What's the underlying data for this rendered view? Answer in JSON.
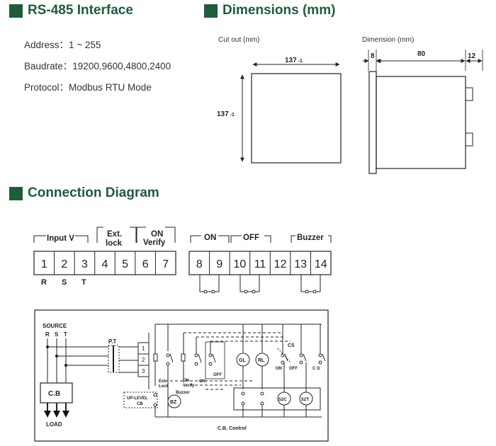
{
  "rs485": {
    "title": "RS-485 Interface",
    "address": "Address：1 ~ 255",
    "baudrate": "Baudrate：19200,9600,4800,2400",
    "protocol": "Protocol：Modbus RTU Mode"
  },
  "dimensions": {
    "title": "Dimensions (mm)",
    "cutout_label": "Cut out (mm)",
    "cutout_width": "137",
    "cutout_height": "137",
    "tolerance": "-1",
    "dimension_label": "Dimension (mm)",
    "dim_left": "8",
    "dim_body": "80",
    "dim_right": "12"
  },
  "connection": {
    "title": "Connection  Diagram",
    "group_input": "Input  V",
    "group_ext_1": "Ext.",
    "group_ext_2": "lock",
    "group_on_1": "ON",
    "group_on_2": "Verify",
    "group_on": "ON",
    "group_off": "OFF",
    "group_buzzer": "Buzzer",
    "terminals_a": [
      "1",
      "2",
      "3",
      "4",
      "5",
      "6",
      "7"
    ],
    "terminals_b": [
      "8",
      "9",
      "10",
      "11",
      "12",
      "13",
      "14"
    ],
    "phases": [
      "R",
      "S",
      "T"
    ]
  },
  "schematic": {
    "source": "SOURCE",
    "rst": [
      "R",
      "S",
      "T"
    ],
    "pt": "P.T",
    "pt_pins": [
      "1",
      "2",
      "3"
    ],
    "cb": "C.B",
    "load": "LOAD",
    "ext_lock_1": "Ext.",
    "ext_lock_2": "Lock",
    "on_verify_1": "ON",
    "on_verify_2": "Verify",
    "on": "ON",
    "off": "OFF",
    "buzzer": "Buzzer",
    "up_level_1": "UP-LEVEL",
    "up_level_2": "CB",
    "bz": "BZ",
    "gl": "GL",
    "rl": "RL",
    "cs": "CS",
    "cs_on": "ON",
    "cs_off": "OFF",
    "co": "C O",
    "c52c": "52C",
    "c52t": "52T",
    "cb_control": "C.B. Control"
  }
}
